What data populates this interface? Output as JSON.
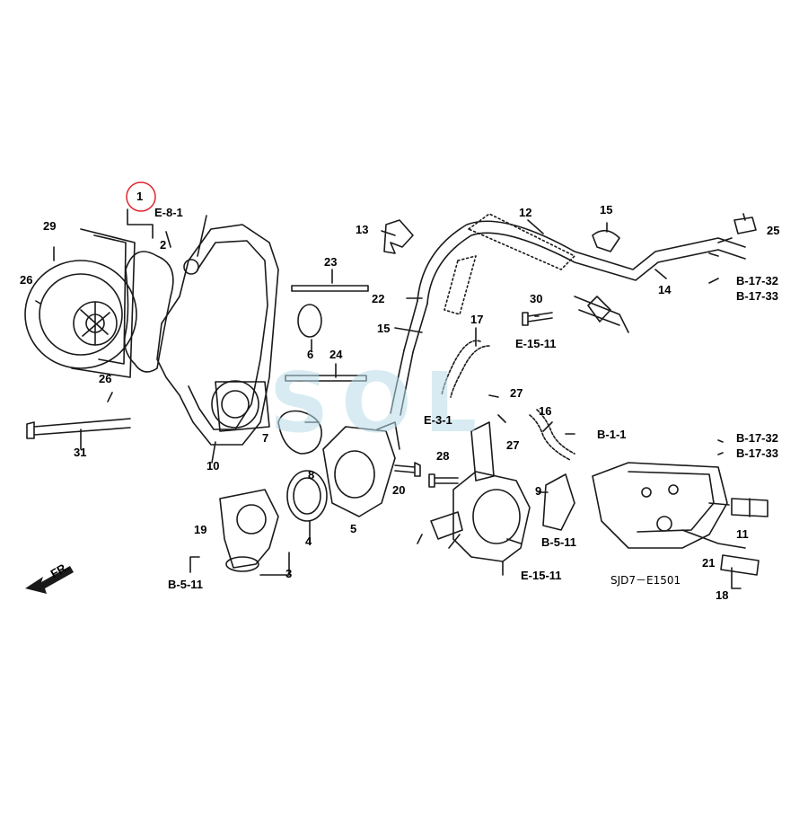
{
  "watermark": "SOL",
  "diagram_code": "SJD7－E1501",
  "direction_label": "FR.",
  "highlight": {
    "color": "#e0262e",
    "label": "1"
  },
  "part_labels": [
    "2",
    "3",
    "4",
    "5",
    "6",
    "7",
    "8",
    "9",
    "10",
    "11",
    "12",
    "13",
    "14",
    "15",
    "15",
    "16",
    "17",
    "18",
    "19",
    "20",
    "21",
    "22",
    "23",
    "24",
    "25",
    "26",
    "26",
    "27",
    "27",
    "28",
    "29",
    "30",
    "31"
  ],
  "references": [
    "E-8-1",
    "E-3-1",
    "E-15-11",
    "E-15-11",
    "B-1-1",
    "B-5-11",
    "B-5-11",
    "B-17-32",
    "B-17-33",
    "B-17-32",
    "B-17-33"
  ],
  "colors": {
    "line": "#1a1a1a",
    "watermark": "#b9dce9",
    "circle": "#e0262e"
  }
}
